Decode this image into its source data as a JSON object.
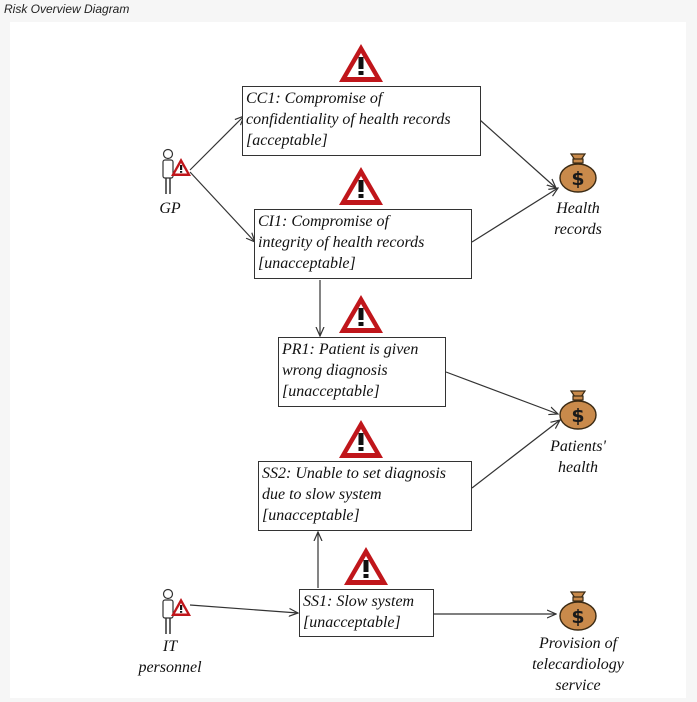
{
  "caption": "Risk Overview Diagram",
  "actors": {
    "gp": {
      "label": "GP"
    },
    "it": {
      "line1": "IT",
      "line2": "personnel"
    }
  },
  "risks": {
    "cc1": {
      "line1": "CC1: Compromise of",
      "line2": "confidentiality of health records",
      "line3": "[acceptable]"
    },
    "ci1": {
      "line1": "CI1: Compromise of",
      "line2": "integrity of health records",
      "line3": "[unacceptable]"
    },
    "pr1": {
      "line1": "PR1: Patient is given",
      "line2": "wrong diagnosis",
      "line3": "[unacceptable]"
    },
    "ss2": {
      "line1": "SS2: Unable to set diagnosis",
      "line2": "due to slow system",
      "line3": "[unacceptable]"
    },
    "ss1": {
      "line1": "SS1: Slow system",
      "line2": "[unacceptable]"
    }
  },
  "assets": {
    "health_records": {
      "line1": "Health",
      "line2": "records"
    },
    "patients_health": {
      "line1": "Patients'",
      "line2": "health"
    },
    "telecardiology": {
      "line1": "Provision of",
      "line2": "telecardiology",
      "line3": "service"
    }
  },
  "colors": {
    "warning_red": "#c0161b",
    "bag_brown": "#c98a4b",
    "line": "#333333"
  }
}
